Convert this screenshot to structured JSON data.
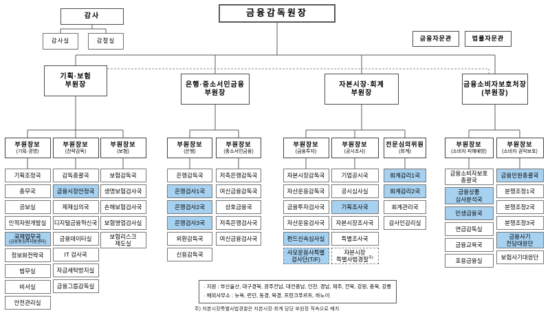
{
  "title": {
    "text": "금융감독원장"
  },
  "auditor": {
    "label": "감사",
    "children": [
      {
        "label": "감사실"
      },
      {
        "label": "감찰실"
      }
    ]
  },
  "advisors": [
    {
      "label": "금융자문관"
    },
    {
      "label": "법률자문관"
    }
  ],
  "branches": [
    {
      "label": "기획·보험\n부원장"
    },
    {
      "label": "은행·중소서민금융\n부원장"
    },
    {
      "label": "자본시장·회계\n부원장"
    },
    {
      "label": "금융소비자보호처장\n(부원장)"
    }
  ],
  "columns": [
    {
      "head": {
        "title": "부원장보",
        "sub": "(기획·경영)"
      },
      "depts": [
        {
          "label": "기획조정국"
        },
        {
          "label": "총무국"
        },
        {
          "label": "공보실"
        },
        {
          "label": "인적자원개발실"
        },
        {
          "label": "국제업무국",
          "sub": "(금융중심지지원센터)",
          "blue": true
        },
        {
          "label": "정보화전략국"
        },
        {
          "label": "법무실"
        },
        {
          "label": "비서실"
        },
        {
          "label": "안전관리실"
        }
      ]
    },
    {
      "head": {
        "title": "부원장보",
        "sub": "(전략감독)"
      },
      "depts": [
        {
          "label": "감독총괄국"
        },
        {
          "label": "금융시장안정국",
          "blue": true
        },
        {
          "label": "제재심의국"
        },
        {
          "label": "디지털금융혁신국"
        },
        {
          "label": "금융데이터실"
        },
        {
          "label": "IT 검사국"
        },
        {
          "label": "자금세탁방지실"
        },
        {
          "label": "금융그룹감독실"
        }
      ]
    },
    {
      "head": {
        "title": "부원장보",
        "sub": "(보험)"
      },
      "depts": [
        {
          "label": "보험감독국"
        },
        {
          "label": "생명보험검사국"
        },
        {
          "label": "손해보험검사국"
        },
        {
          "label": "보험영업검사실"
        },
        {
          "label": "보험리스크\n제도실"
        }
      ]
    },
    {
      "head": {
        "title": "부원장보",
        "sub": "(은행)"
      },
      "depts": [
        {
          "label": "은행감독국"
        },
        {
          "label": "은행검사1국",
          "blue": true
        },
        {
          "label": "은행검사2국",
          "blue": true
        },
        {
          "label": "은행검사3국",
          "blue": true
        },
        {
          "label": "외환감독국"
        },
        {
          "label": "신용감독국"
        }
      ]
    },
    {
      "head": {
        "title": "부원장보",
        "sub": "(중소서민금융)"
      },
      "depts": [
        {
          "label": "저축은행감독국"
        },
        {
          "label": "여신금융감독국"
        },
        {
          "label": "상호금융국"
        },
        {
          "label": "저축은행검사국"
        },
        {
          "label": "여신금융검사국"
        }
      ]
    },
    {
      "head": {
        "title": "부원장보",
        "sub": "(금융투자)"
      },
      "depts": [
        {
          "label": "자본시장감독국"
        },
        {
          "label": "자산운용감독국"
        },
        {
          "label": "금융투자검사국"
        },
        {
          "label": "자산운용검사국"
        },
        {
          "label": "펀드신속심사실",
          "blue": true
        },
        {
          "label": "사모운용사특별\n검사단(T/F)",
          "blue": true,
          "dashed": true
        }
      ]
    },
    {
      "head": {
        "title": "부원장보",
        "sub": "(공시조사)"
      },
      "depts": [
        {
          "label": "기업공시국"
        },
        {
          "label": "공시심사실"
        },
        {
          "label": "기획조사국",
          "blue": true
        },
        {
          "label": "자본시장조사국"
        },
        {
          "label": "특별조사국"
        },
        {
          "label": "자본시장\n특별사법경찰",
          "sup": "주)",
          "dashed": true
        }
      ]
    },
    {
      "head": {
        "title": "전문심의위원",
        "sub": "(회계)"
      },
      "depts": [
        {
          "label": "회계감리1국",
          "blue": true
        },
        {
          "label": "회계감리2국",
          "blue": true
        },
        {
          "label": "회계관리국"
        },
        {
          "label": "감사인감리실"
        }
      ]
    },
    {
      "head": {
        "title": "부원장보",
        "sub": "(소비자 피해예방)"
      },
      "depts": [
        {
          "label": "금융소비자보호\n총괄국"
        },
        {
          "label": "금융상품\n심사분석국",
          "blue": true
        },
        {
          "label": "민생금융국",
          "blue": true
        },
        {
          "label": "연금감독실"
        },
        {
          "label": "금융교육국"
        },
        {
          "label": "포용금융실"
        }
      ]
    },
    {
      "head": {
        "title": "부원장보",
        "sub": "(소비자 권익보호)"
      },
      "depts": [
        {
          "label": "금융민원총괄국",
          "blue": true
        },
        {
          "label": "분쟁조정1국"
        },
        {
          "label": "분쟁조정2국"
        },
        {
          "label": "분쟁조정3국"
        },
        {
          "label": "금융사기\n전담대응단",
          "blue": true
        },
        {
          "label": "보험사기대응단"
        }
      ]
    }
  ],
  "notes": {
    "box_lines": [
      "· 지원 : 부산울산, 대구경북, 광주전남, 대전충남, 인천, 경남, 제주, 전북, 강원, 충북, 강릉",
      "· 해외사무소 : 뉴욕, 런던, 동경, 북경, 프랑크푸르트, 하노이"
    ],
    "footnote": "주) 자본시장특별사법경찰은 자본시장·회계 담당 부원장 직속으로 배치"
  },
  "colors": {
    "highlight_fill": "#a7d1f0",
    "box_border": "#767676",
    "line": "#595959"
  }
}
